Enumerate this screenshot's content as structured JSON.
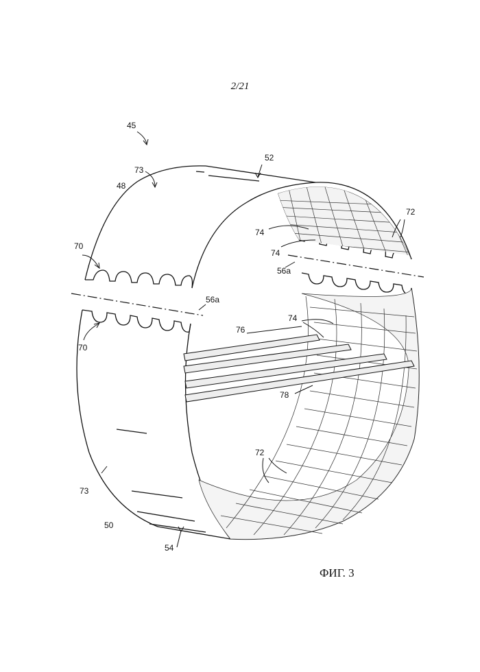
{
  "page": {
    "page_number": "2/21",
    "figure_caption": "ФИГ. 3"
  },
  "labels": {
    "assembly": "45",
    "outer_skin_upper": "48",
    "outer_skin_lower": "50",
    "joint_top": "52",
    "joint_bottom": "54",
    "split_line": "56a",
    "tabs": "70",
    "frames": "72",
    "surface": "73",
    "stringers": "74",
    "longeron": "76",
    "beam": "78"
  }
}
